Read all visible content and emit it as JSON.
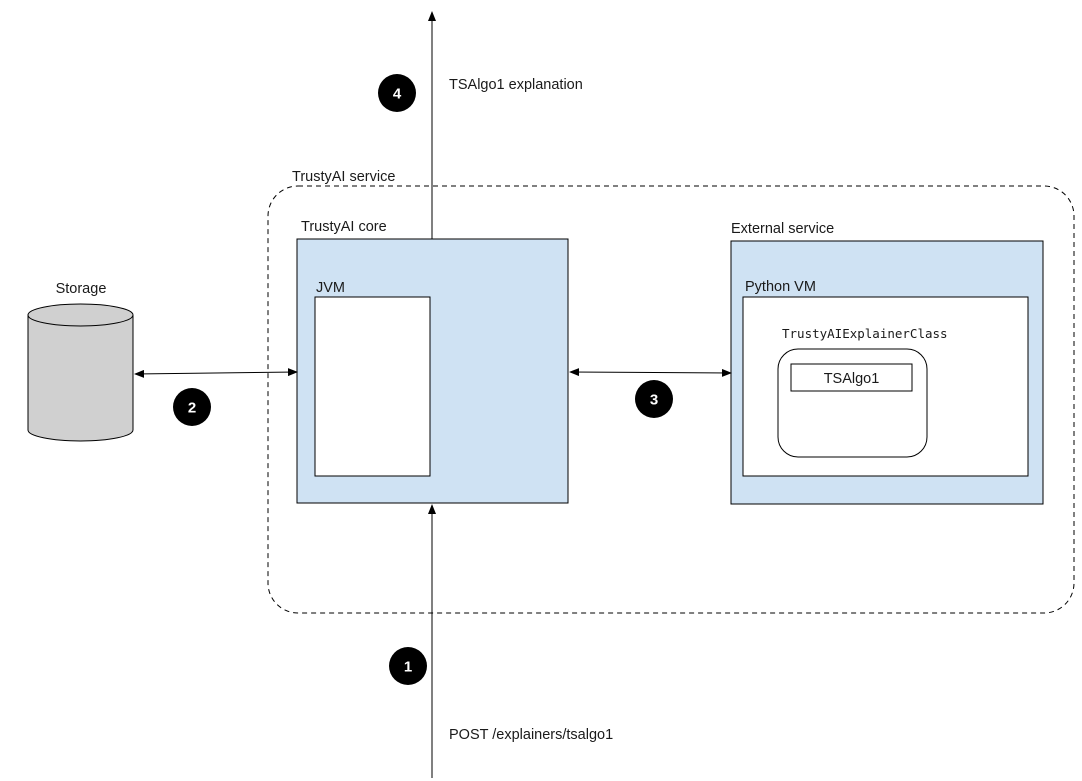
{
  "service": {
    "label": "TrustyAI service"
  },
  "core": {
    "label": "TrustyAI core",
    "jvm_label": "JVM"
  },
  "external": {
    "label": "External service",
    "vm_label": "Python VM",
    "class_label": "TrustyAIExplainerClass",
    "algo_label": "TSAlgo1"
  },
  "storage": {
    "label": "Storage"
  },
  "request": {
    "label": "POST /explainers/tsalgo1"
  },
  "response": {
    "label": "TSAlgo1 explanation"
  },
  "steps": [
    {
      "number": "1"
    },
    {
      "number": "2"
    },
    {
      "number": "3"
    },
    {
      "number": "4"
    }
  ],
  "colors": {
    "box_fill": "#cfe2f3",
    "cylinder_fill": "#d0d0d0",
    "badge_fill": "#000000",
    "stroke": "#000000"
  }
}
